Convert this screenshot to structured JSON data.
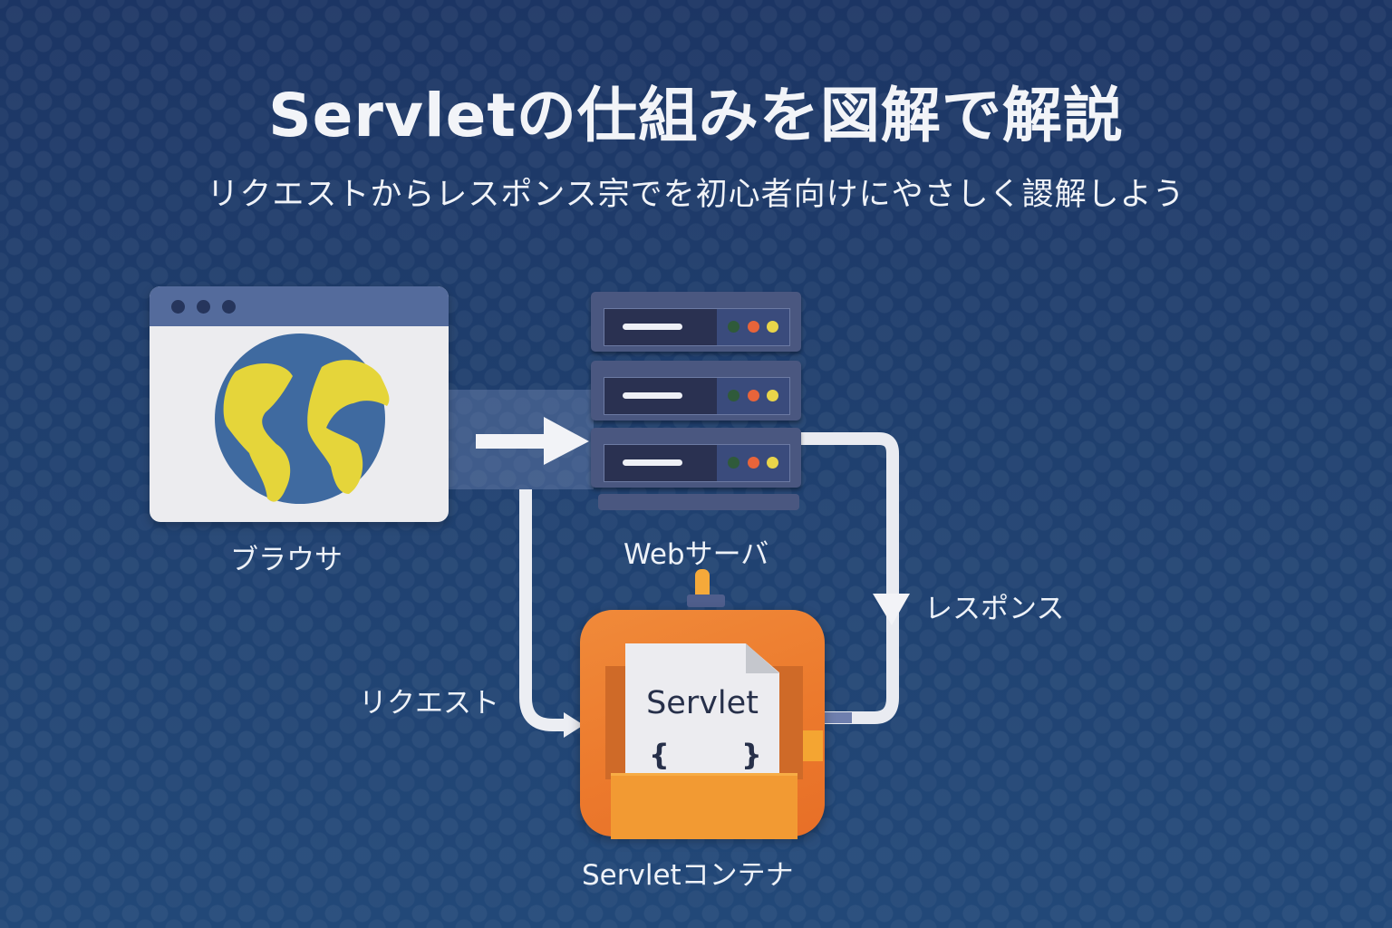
{
  "header": {
    "title": "Servletの仕組みを図解で解説",
    "subtitle": "リクエストからレスポンス宗でを初心者向けにやさしく謖解しよう"
  },
  "nodes": {
    "browser": {
      "label": "ブラウサ",
      "icon": "globe-icon"
    },
    "web_server": {
      "label": "Webサーバ",
      "icon": "server-rack-icon"
    },
    "servlet_container": {
      "label": "Servletコンテナ",
      "document_title": "Servlet",
      "brace_open": "{",
      "brace_close": "}"
    }
  },
  "flows": {
    "request": {
      "label": "リクエスト"
    },
    "response": {
      "label": "レスポンス"
    }
  },
  "colors": {
    "background": "#1f3f6e",
    "container_orange": "#ec7a2d",
    "server_body": "#4a5780",
    "led_green": "#2f5a3a",
    "led_red": "#e8643a",
    "led_yellow": "#e9d54a",
    "globe_land": "#e5d53a",
    "globe_water": "#3f6aa0"
  }
}
